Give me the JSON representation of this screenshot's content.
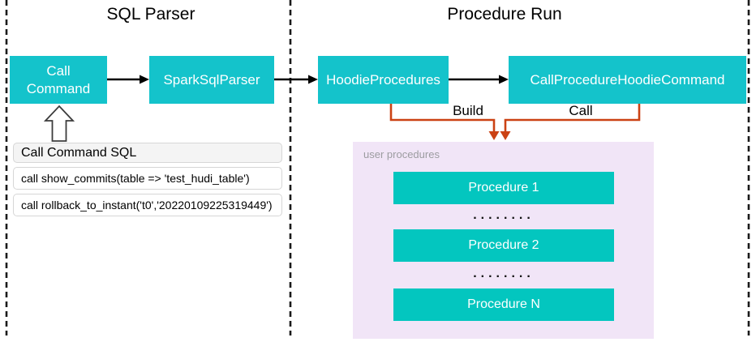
{
  "sections": {
    "sql_parser": {
      "title": "SQL Parser"
    },
    "procedure_run": {
      "title": "Procedure Run"
    }
  },
  "nodes": {
    "call_command": {
      "line1": "Call",
      "line2": "Command"
    },
    "spark_sql_parser": {
      "label": "SparkSqlParser"
    },
    "hoodie_procedures": {
      "label": "HoodieProcedures"
    },
    "call_procedure_hoodie_command": {
      "label": "CallProcedureHoodieCommand"
    }
  },
  "edges": {
    "build_label": "Build",
    "call_label": "Call"
  },
  "sql_panel": {
    "header": "Call Command SQL",
    "rows": [
      "call show_commits(table => 'test_hudi_table')",
      "call rollback_to_instant('t0','20220109225319449')"
    ]
  },
  "user_procedures": {
    "label": "user procedures",
    "items": [
      "Procedure 1",
      "Procedure 2",
      "Procedure N"
    ],
    "ellipsis": "........"
  },
  "colors": {
    "node_teal": "#14c3cb",
    "procedure_teal": "#03c6bf",
    "user_procedures_bg": "#f1e5f7",
    "connector_orange": "#cb4214",
    "arrow_black": "#000000",
    "panel_header_bg": "#f4f4f4",
    "panel_border": "#d6d6d6",
    "muted_label_gray": "#9c9ca0"
  }
}
